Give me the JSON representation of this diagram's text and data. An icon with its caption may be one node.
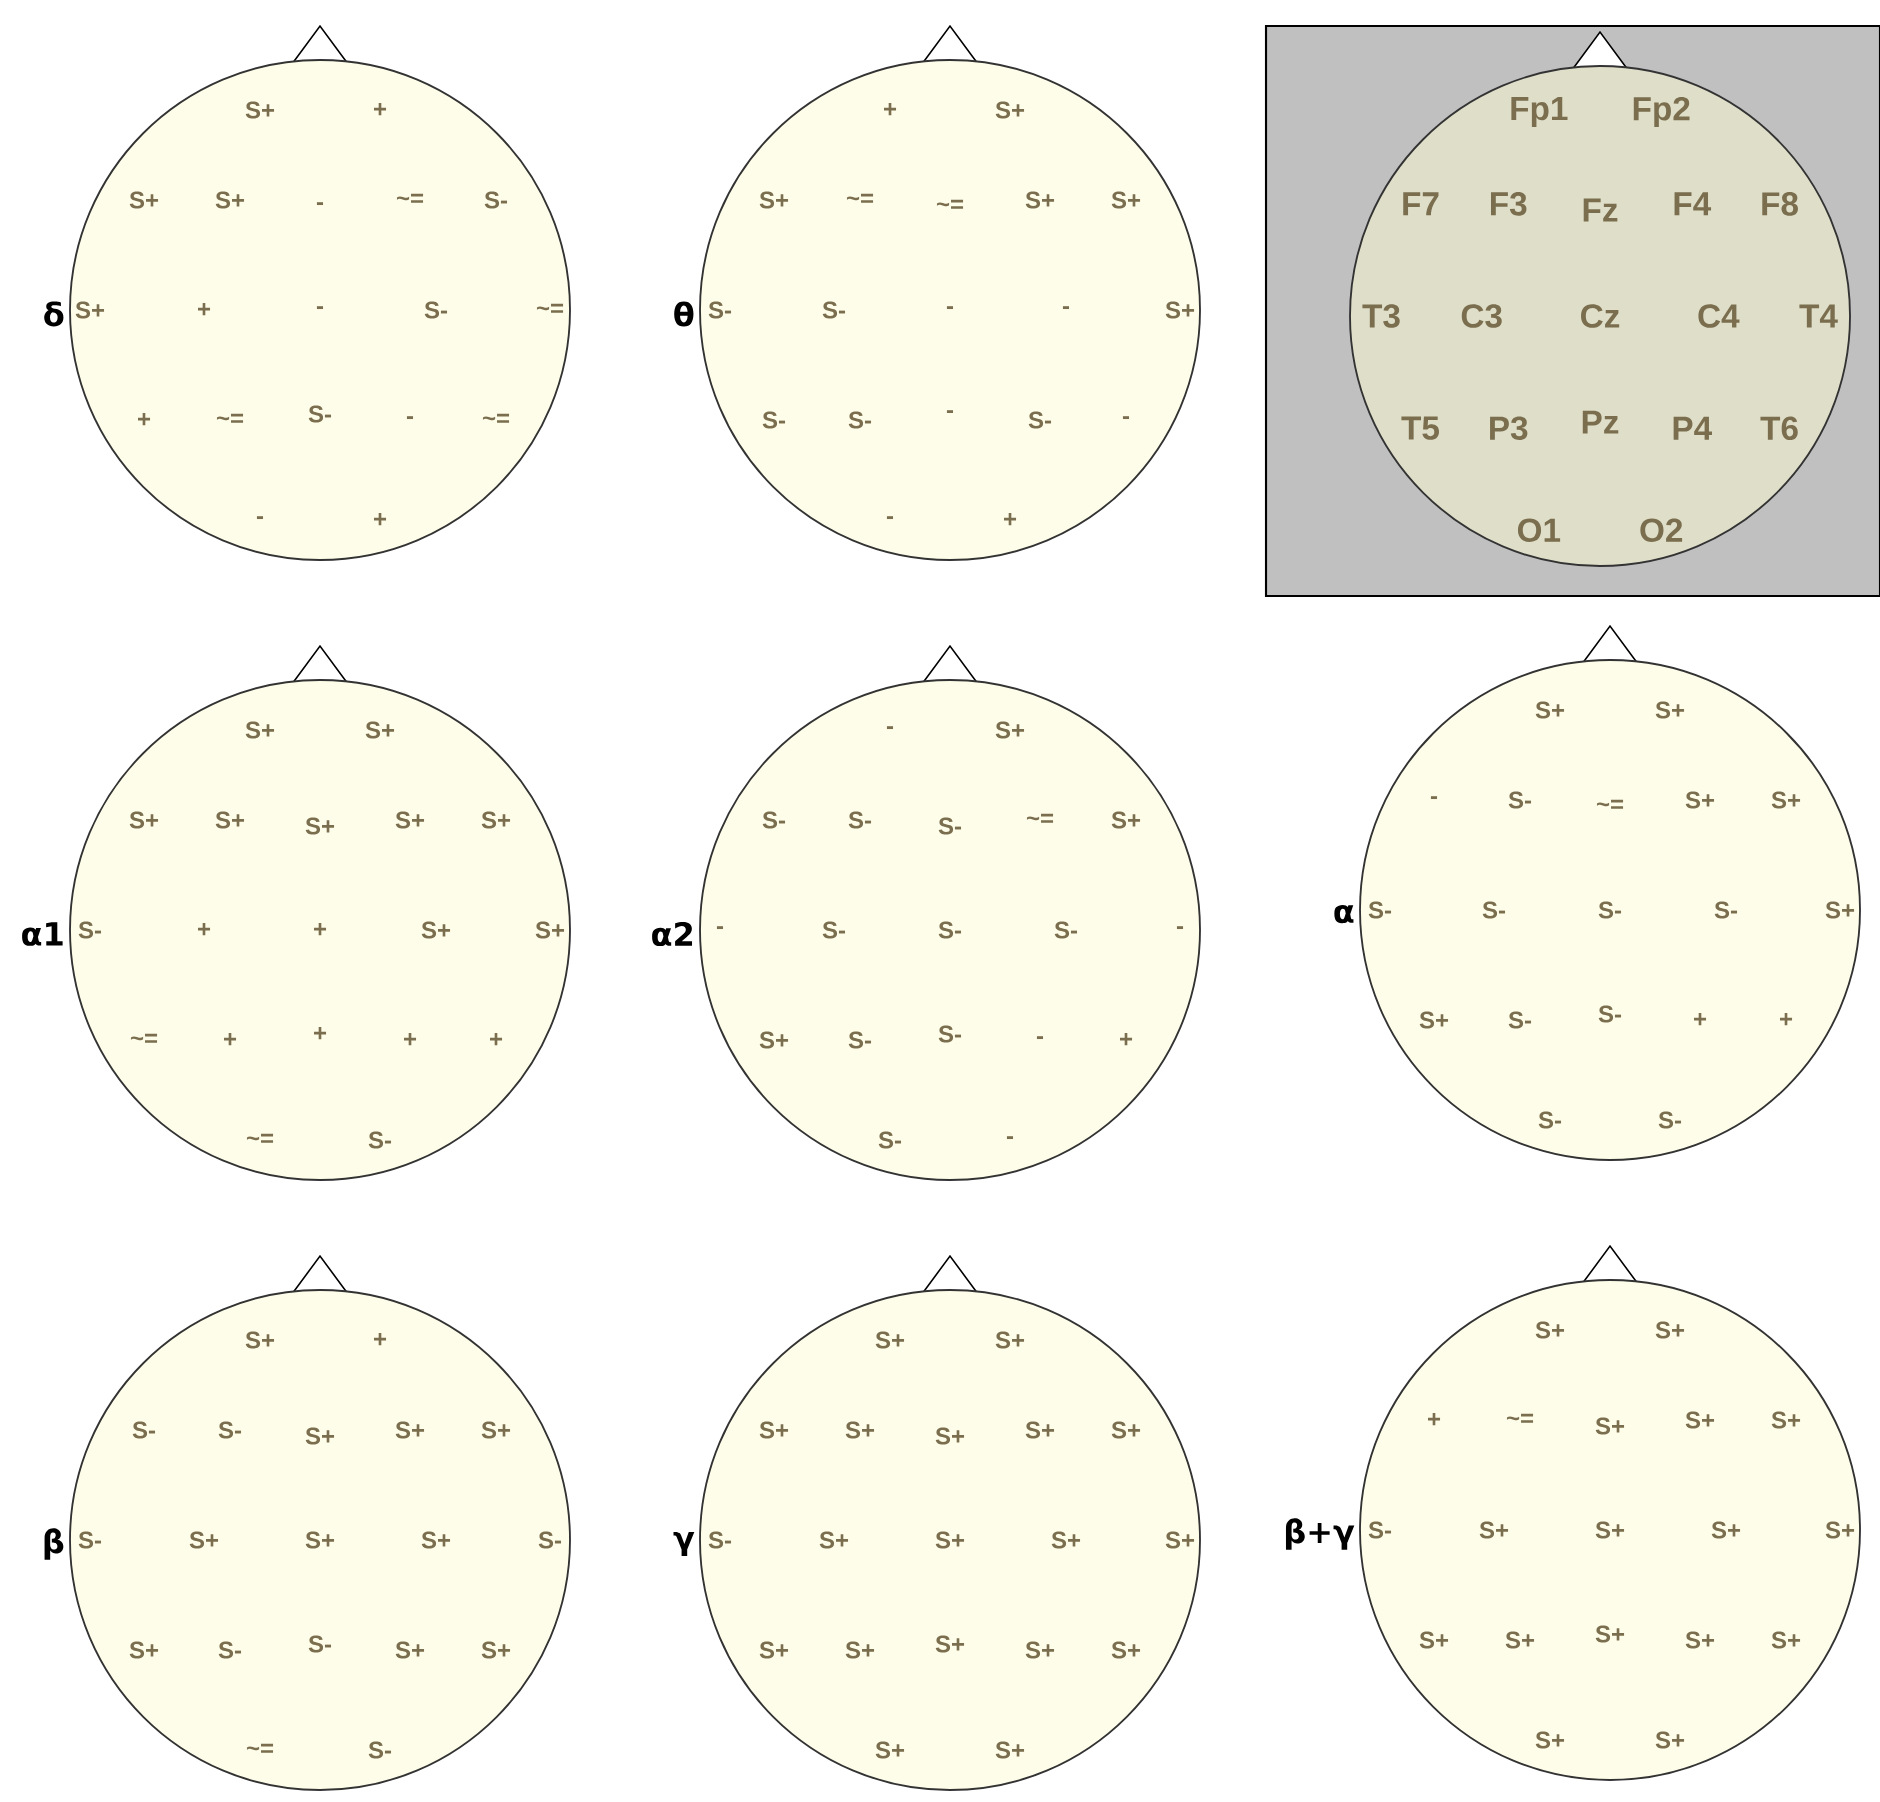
{
  "diagram": {
    "nodes": [
      {
        "text": [
          "S+",
          "+",
          "S+",
          "S+",
          "-",
          "~=",
          "S-",
          "S+",
          "+",
          "-",
          "S-",
          "~=",
          "+",
          "~=",
          "S-",
          "-",
          "~=",
          "-",
          "+"
        ],
        "beside": [
          "δ"
        ]
      },
      {
        "text": [
          "+",
          "S+",
          "S+",
          "~=",
          "~=",
          "S+",
          "S+",
          "S-",
          "S-",
          "-",
          "-",
          "S+",
          "S-",
          "S-",
          "-",
          "S-",
          "-",
          "-",
          "+"
        ],
        "beside": [
          "θ"
        ]
      },
      {
        "text": [
          "Fp1",
          "Fp2",
          "F7",
          "F3",
          "Fz",
          "F4",
          "F8",
          "T3",
          "C3",
          "Cz",
          "C4",
          "T4",
          "T5",
          "P3",
          "Pz",
          "P4",
          "T6",
          "O1",
          "O2"
        ]
      },
      {
        "text": [
          "S+",
          "S+",
          "S+",
          "S+",
          "S+",
          "S+",
          "S+",
          "S-",
          "+",
          "+",
          "S+",
          "S+",
          "~=",
          "+",
          "+",
          "+",
          "+",
          "~=",
          "S-"
        ],
        "beside": [
          "α1"
        ]
      },
      {
        "text": [
          "-",
          "S+",
          "S-",
          "S-",
          "S-",
          "~=",
          "S+",
          "-",
          "S-",
          "S-",
          "S-",
          "-",
          "S+",
          "S-",
          "S-",
          "-",
          "+",
          "S-",
          "-"
        ],
        "beside": [
          "α2"
        ]
      },
      {
        "text": [
          "S+",
          "S+",
          "-",
          "S-",
          "~=",
          "S+",
          "S+",
          "S-",
          "S-",
          "S-",
          "S-",
          "S+",
          "S+",
          "S-",
          "S-",
          "+",
          "+",
          "S-",
          "S-"
        ],
        "beside": [
          "α"
        ]
      },
      {
        "text": [
          "S+",
          "+",
          "S-",
          "S-",
          "S+",
          "S+",
          "S+",
          "S-",
          "S+",
          "S+",
          "S+",
          "S-",
          "S+",
          "S-",
          "S-",
          "S+",
          "S+",
          "~=",
          "S-"
        ],
        "beside": [
          "β"
        ]
      },
      {
        "text": [
          "S+",
          "S+",
          "S+",
          "S+",
          "S+",
          "S+",
          "S+",
          "S-",
          "S+",
          "S+",
          "S+",
          "S+",
          "S+",
          "S+",
          "S+",
          "S+",
          "S+",
          "S+",
          "S+"
        ],
        "beside": [
          "γ"
        ]
      },
      {
        "text": [
          "S+",
          "S+",
          "+",
          "~=",
          "S+",
          "S+",
          "S+",
          "S-",
          "S+",
          "S+",
          "S+",
          "S+",
          "S+",
          "S+",
          "S+",
          "S+",
          "S+",
          "S+",
          "S+"
        ],
        "beside": [
          "β+γ"
        ]
      }
    ]
  }
}
